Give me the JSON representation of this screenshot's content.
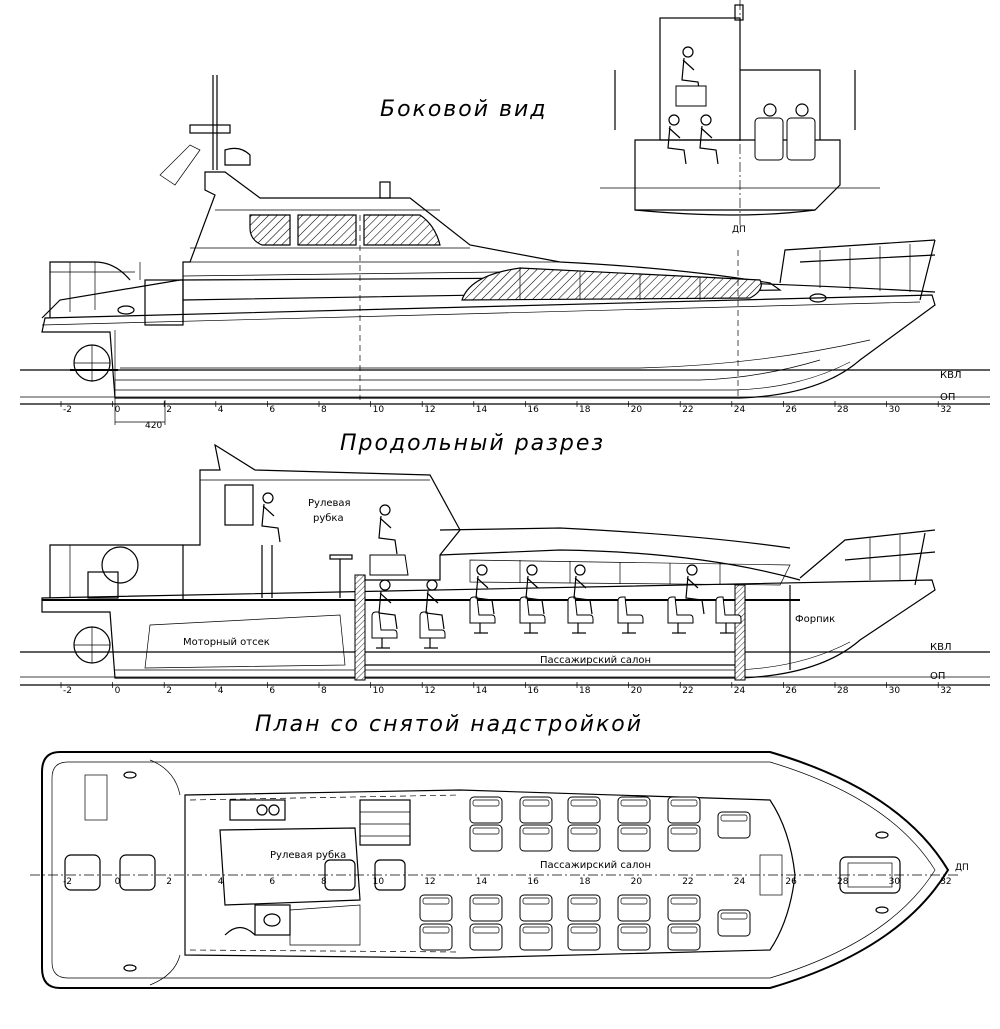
{
  "titles": {
    "side_view": "Боковой вид",
    "longitudinal_section": "Продольный разрез",
    "plan_view": "План со снятой надстройкой"
  },
  "labels": {
    "kvl": "КВЛ",
    "op": "ОП",
    "dp": "ДП",
    "dim_420": "420",
    "wheelhouse": "Рулевая\nрубка",
    "wheelhouse_line1": "Рулевая",
    "wheelhouse_line2": "рубка",
    "engine_room": "Моторный отсек",
    "passenger_salon": "Пассажирский салон",
    "forepeak": "Форпик",
    "wheelhouse_plan": "Рулевая рубка",
    "passenger_salon_plan": "Пассажирский салон"
  },
  "frame_ticks": [
    "-2",
    "0",
    "2",
    "4",
    "6",
    "8",
    "10",
    "12",
    "14",
    "16",
    "18",
    "20",
    "22",
    "24",
    "26",
    "28",
    "30",
    "32"
  ]
}
